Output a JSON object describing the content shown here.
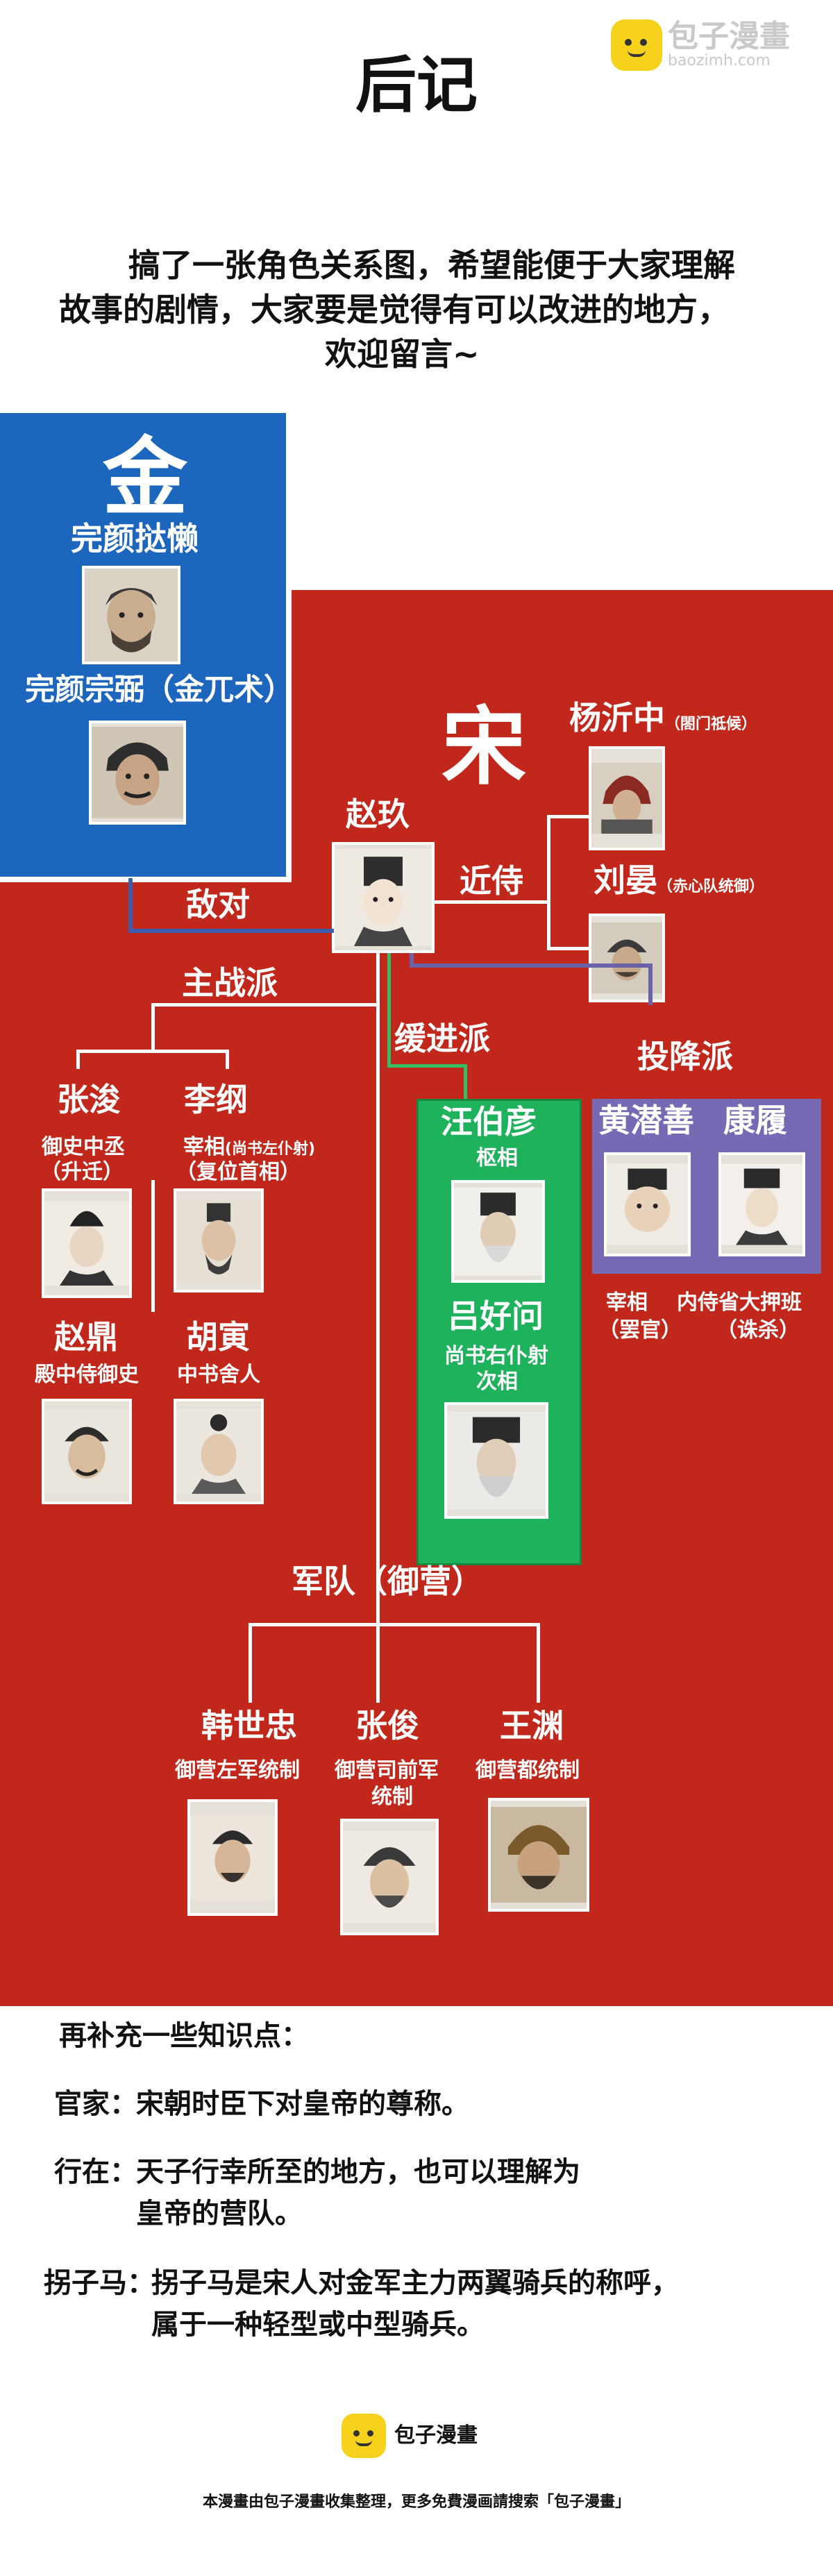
{
  "watermark": {
    "brand": "包子漫畫",
    "url": "baozimh.com"
  },
  "header": {
    "title": "后记"
  },
  "intro": {
    "line1": "搞了一张角色关系图，希望能便于大家理解",
    "line2": "故事的剧情，大家要是觉得有可以改进的地方，",
    "line3": "欢迎留言~"
  },
  "jin": {
    "title": "金",
    "ruler": "完颜挞懒",
    "general": "完颜宗弼（金兀术）"
  },
  "song": {
    "title": "宋",
    "emperor": "赵玖",
    "relation_enemy": "敌对",
    "relation_attendant": "近侍",
    "attendants": [
      {
        "name": "杨沂中",
        "role": "（閤门祗候）"
      },
      {
        "name": "刘晏",
        "role": "（赤心队统御）"
      }
    ],
    "factions": {
      "war": {
        "label": "主战派",
        "members": [
          {
            "name": "张浚",
            "role1": "御史中丞",
            "role2": "（升迁）"
          },
          {
            "name": "李纲",
            "role1": "宰相",
            "role1_note": "(尚书左仆射)",
            "role2": "（复位首相）"
          },
          {
            "name": "赵鼎",
            "role1": "殿中侍御史"
          },
          {
            "name": "胡寅",
            "role1": "中书舍人"
          }
        ]
      },
      "gradual": {
        "label": "缓进派",
        "members": [
          {
            "name": "汪伯彦",
            "role1": "枢相"
          },
          {
            "name": "吕好问",
            "role1": "尚书右仆射",
            "role2": "次相"
          }
        ]
      },
      "surrender": {
        "label": "投降派",
        "members": [
          {
            "name": "黄潜善",
            "role1": "宰相",
            "role2": "（罢官）"
          },
          {
            "name": "康履",
            "role1": "内侍省大押班",
            "role2": "（诛杀）"
          }
        ]
      }
    },
    "army": {
      "label": "军队（御营）",
      "members": [
        {
          "name": "韩世忠",
          "role1": "御营左军统制"
        },
        {
          "name": "张俊",
          "role1": "御营司前军",
          "role2": "统制"
        },
        {
          "name": "王渊",
          "role1": "御营都统制"
        }
      ]
    }
  },
  "notes": {
    "heading": "再补充一些知识点：",
    "items": [
      {
        "term": "官家：",
        "text": "宋朝时臣下对皇帝的尊称。"
      },
      {
        "term": "行在：",
        "text": "天子行幸所至的地方，也可以理解为",
        "text2": "皇帝的营队。"
      },
      {
        "term": "拐子马：",
        "text": "拐子马是宋人对金军主力两翼骑兵的称呼，",
        "text2": "属于一种轻型或中型骑兵。"
      }
    ]
  },
  "footer": {
    "brand": "包子漫畫",
    "disclaimer": "本漫畫由包子漫畫收集整理，更多免費漫画請搜索「包子漫畫」"
  },
  "colors": {
    "song_red": "#c1281b",
    "jin_blue": "#1d66be",
    "gradual_green": "#1eb25c",
    "surrender_purple": "#7769b4",
    "surrender_line": "#6a62a6",
    "enemy_line": "#3b5fae"
  }
}
